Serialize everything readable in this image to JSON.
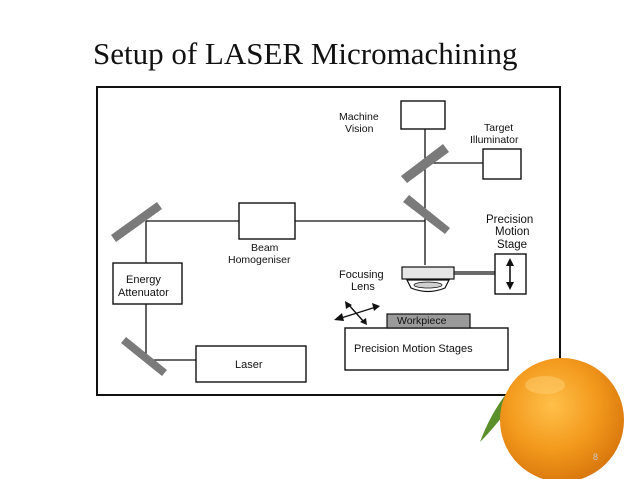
{
  "slide": {
    "title": "Setup of LASER Micromachining",
    "page_number": "8"
  },
  "diagram": {
    "machine_vision": [
      "Machine",
      "Vision"
    ],
    "target_illuminator": [
      "Target",
      "Illuminator"
    ],
    "precision_motion_stage": [
      "Precision",
      "Motion",
      "Stage"
    ],
    "beam_homogeniser": [
      "Beam",
      "Homogeniser"
    ],
    "focusing_lens": [
      "Focusing",
      "Lens"
    ],
    "energy_attenuator": [
      "Energy",
      "Attenuator"
    ],
    "workpiece": "Workpiece",
    "precision_motion_stages": "Precision Motion Stages",
    "laser": "Laser"
  },
  "colors": {
    "mirror": "#7a7a7a",
    "workpiece_fill": "#9a9a9a",
    "lens_fill": "#e6e6e6",
    "orange": "#f39a1d",
    "leaf": "#5b8f2a"
  }
}
